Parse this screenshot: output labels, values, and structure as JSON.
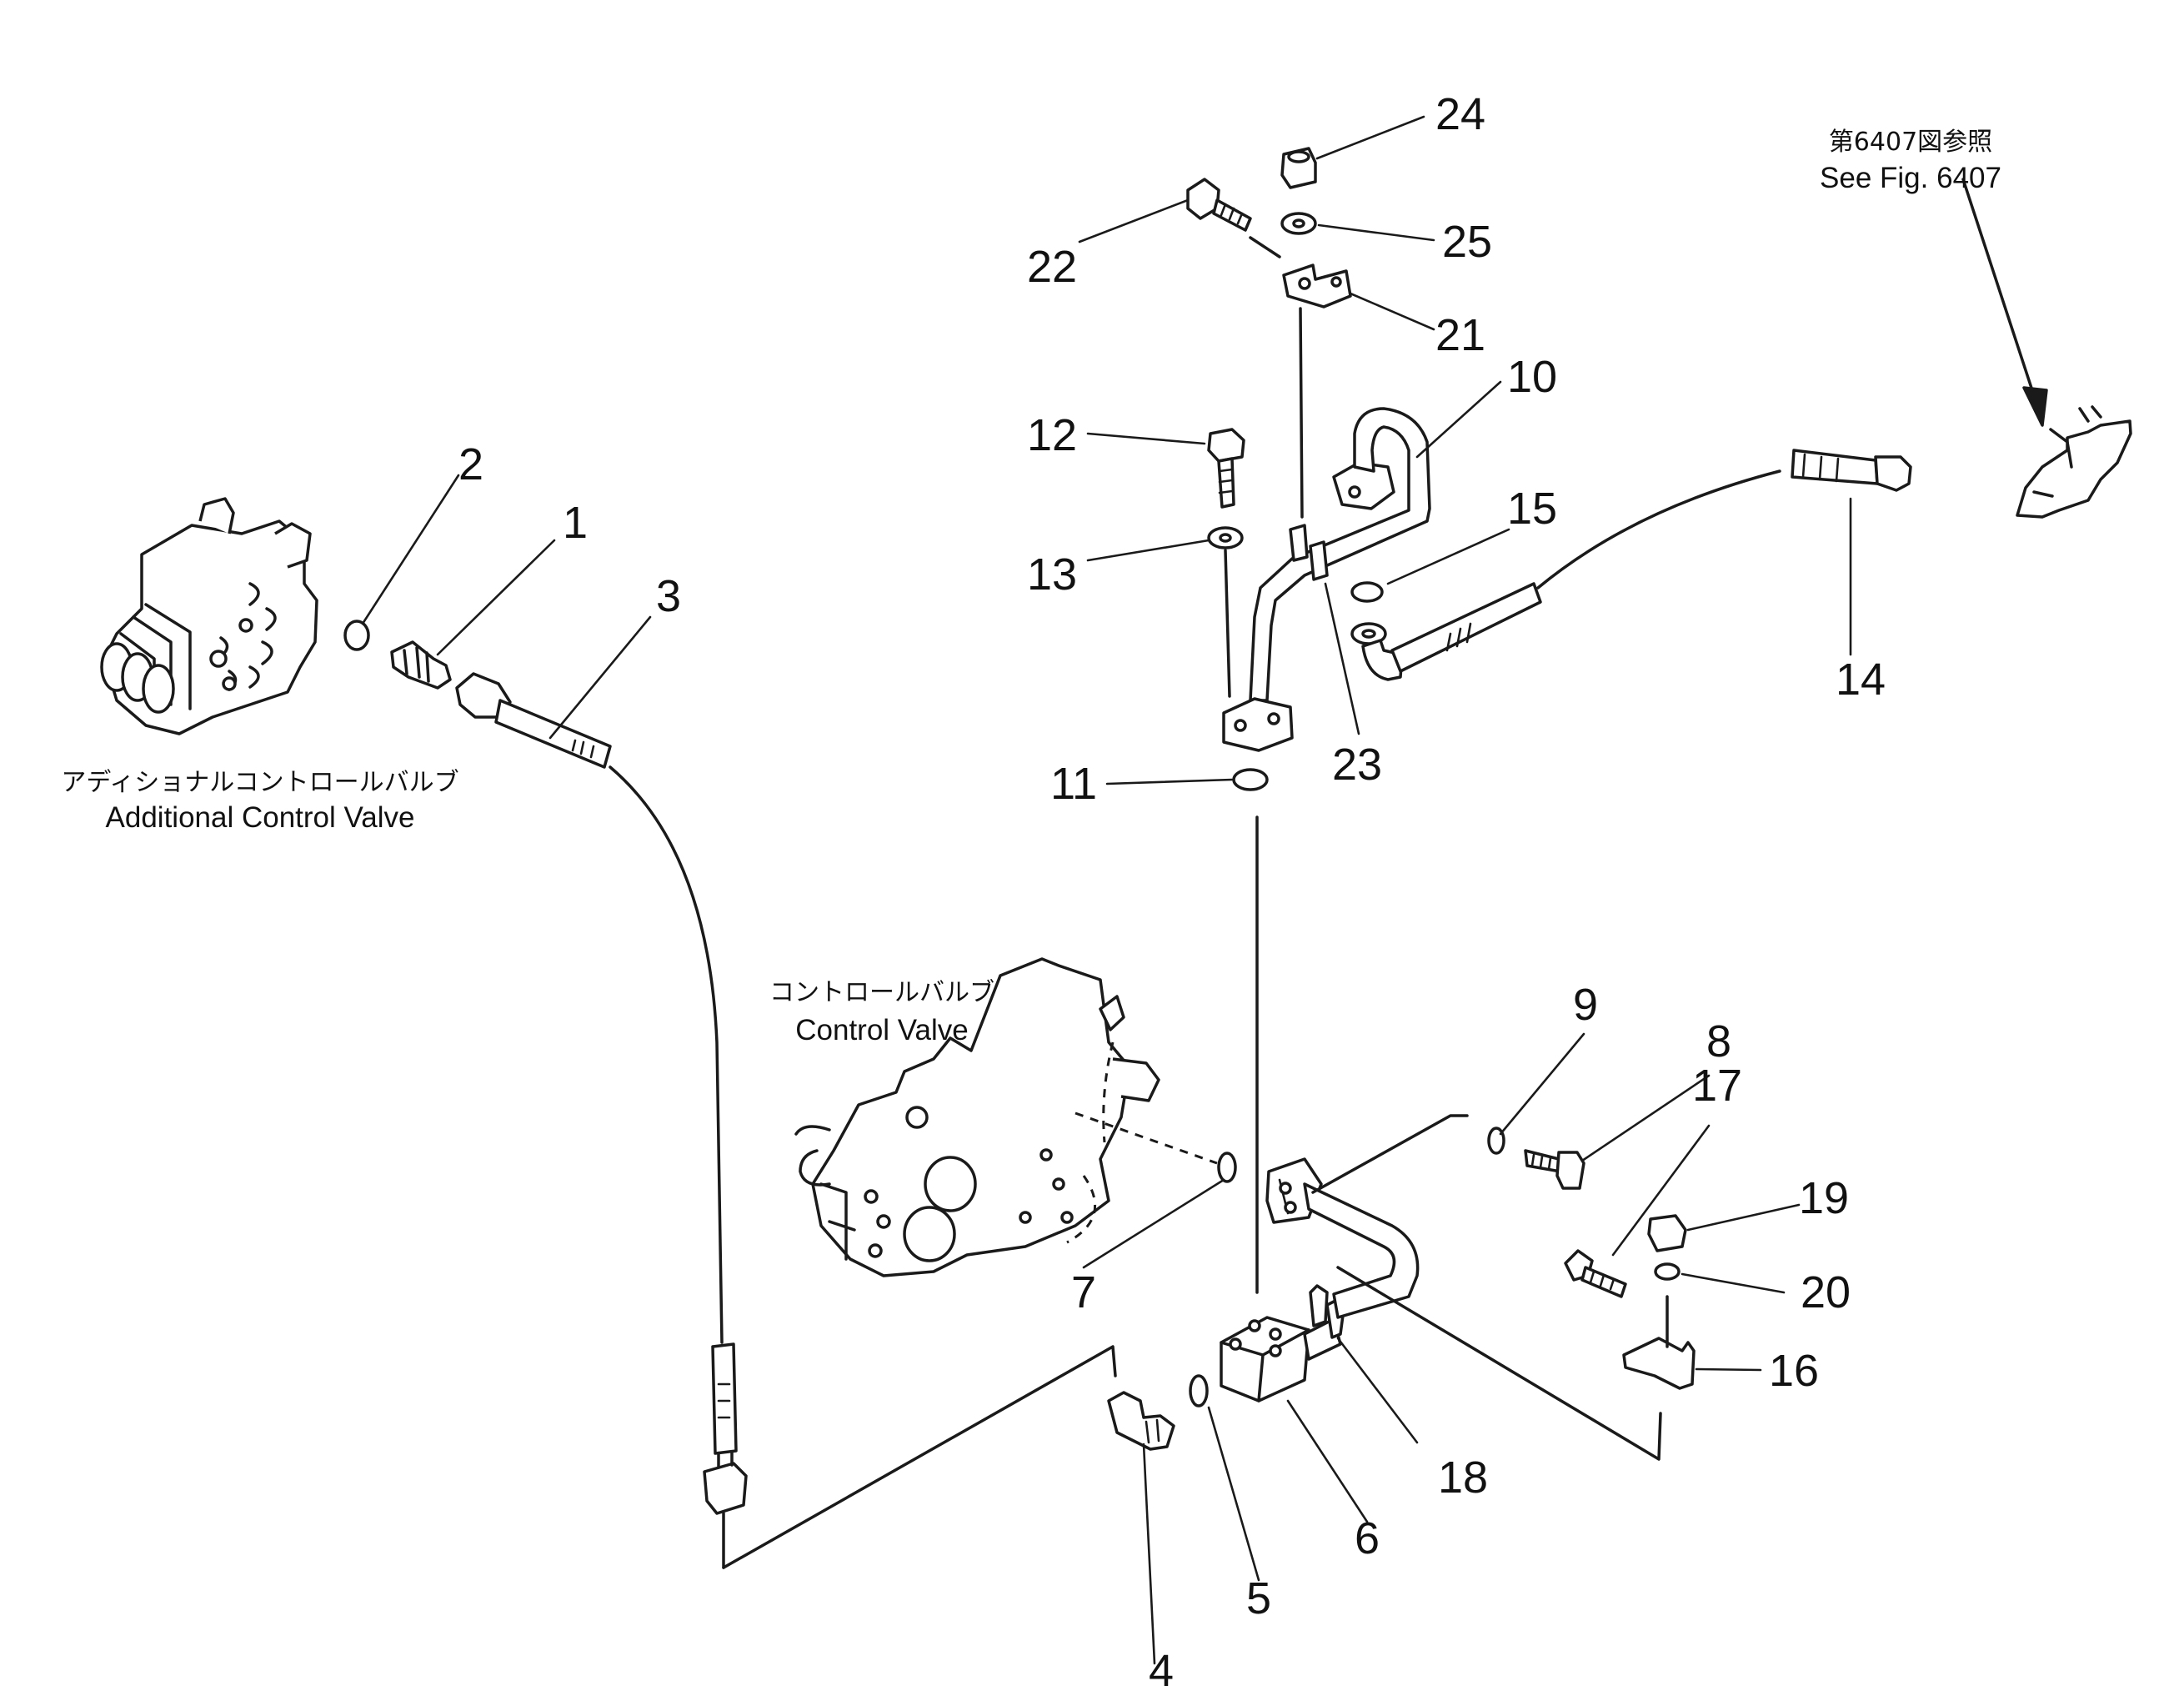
{
  "labels": {
    "additional_valve_jp": "アディショナルコントロールバルブ",
    "additional_valve_en": "Additional Control Valve",
    "control_valve_jp": "コントロールバルブ",
    "control_valve_en": "Control Valve",
    "fig_ref_jp": "第6407図参照",
    "fig_ref_en": "See Fig. 6407"
  },
  "callouts": [
    "1",
    "2",
    "3",
    "4",
    "5",
    "6",
    "7",
    "8",
    "9",
    "10",
    "11",
    "12",
    "13",
    "14",
    "15",
    "16",
    "17",
    "18",
    "19",
    "20",
    "21",
    "22",
    "23",
    "24",
    "25"
  ]
}
